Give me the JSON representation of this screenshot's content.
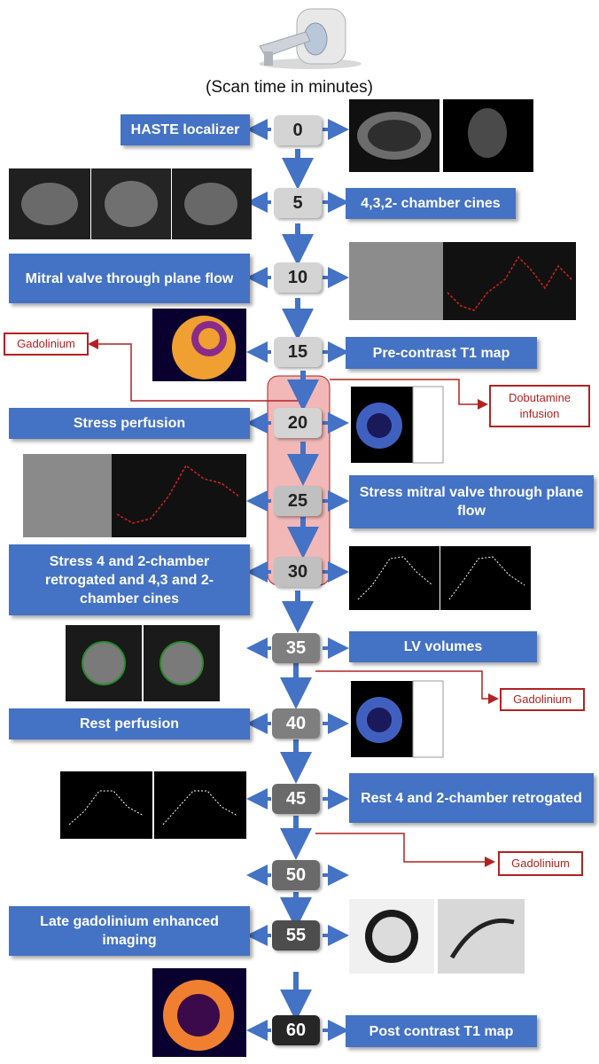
{
  "header": {
    "caption": "(Scan time in minutes)",
    "scanner_icon": "mri-scanner-icon"
  },
  "colors": {
    "label_blue": "#4472c4",
    "arrow_blue": "#4472c4",
    "gadolinium_red": "#b22222",
    "stress_window": "#f2b8b8",
    "time_box_light": "#d4d4d4",
    "time_box_mid": "#7f7f7f",
    "time_box_dark": "#4d4d4d",
    "time_box_darkest": "#262626"
  },
  "steps": [
    {
      "time": "0",
      "label": "HASTE localizer"
    },
    {
      "time": "5",
      "label": "4,3,2- chamber cines"
    },
    {
      "time": "10",
      "label": "Mitral valve through plane flow"
    },
    {
      "time": "15",
      "label": "Pre-contrast T1 map"
    },
    {
      "time": "20",
      "label": "Stress perfusion"
    },
    {
      "time": "25",
      "label": "Stress mitral valve through plane flow"
    },
    {
      "time": "30",
      "label": "Stress 4 and 2-chamber retrogated and 4,3 and 2-chamber cines"
    },
    {
      "time": "35",
      "label": "LV volumes"
    },
    {
      "time": "40",
      "label": "Rest perfusion"
    },
    {
      "time": "45",
      "label": "Rest 4 and 2-chamber retrogated"
    },
    {
      "time": "50",
      "label": ""
    },
    {
      "time": "55",
      "label": "Late gadolinium enhanced imaging"
    },
    {
      "time": "60",
      "label": "Post contrast T1 map"
    }
  ],
  "annotations": {
    "gadolinium_1": "Gadolinium",
    "dobutamine": "Dobutamine infusion",
    "gadolinium_2": "Gadolinium",
    "gadolinium_3": "Gadolinium"
  }
}
